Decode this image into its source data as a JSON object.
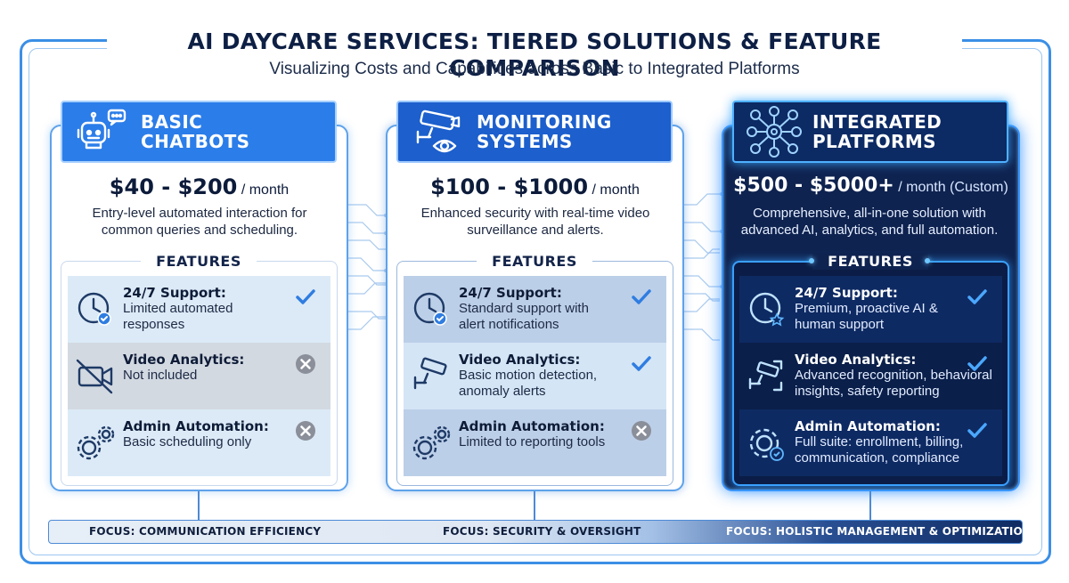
{
  "title": "AI DAYCARE SERVICES: TIERED SOLUTIONS & FEATURE COMPARISON",
  "subtitle": "Visualizing Costs and Capabilities across Basic to Integrated Platforms",
  "features_label": "FEATURES",
  "colors": {
    "accent": "#2b7de9",
    "dark_panel": "#0f2350",
    "check": "#2f7de1",
    "cross": "#8a8f99",
    "glow": "#3a95ff"
  },
  "tiers": [
    {
      "name": "BASIC\nCHATBOTS",
      "icon": "chatbot-icon",
      "price": "$40 - $200",
      "period": "/ month",
      "description": "Entry-level automated interaction for common queries and scheduling.",
      "features": [
        {
          "name": "24/7 Support:",
          "detail": "Limited automated\nresponses",
          "icon": "clock-check-icon",
          "included": true
        },
        {
          "name": "Video Analytics:",
          "detail": "Not included",
          "icon": "camera-off-icon",
          "included": false
        },
        {
          "name": "Admin Automation:",
          "detail": "Basic scheduling only",
          "icon": "gears-icon",
          "included": false
        }
      ],
      "focus": "FOCUS: COMMUNICATION EFFICIENCY"
    },
    {
      "name": "MONITORING\nSYSTEMS",
      "icon": "security-camera-eye-icon",
      "price": "$100 - $1000",
      "period": "/ month",
      "description": "Enhanced security with real-time video surveillance and alerts.",
      "features": [
        {
          "name": "24/7 Support:",
          "detail": "Standard support with\nalert notifications",
          "icon": "clock-check-icon",
          "included": true
        },
        {
          "name": "Video Analytics:",
          "detail": "Basic motion detection,\nanomaly alerts",
          "icon": "security-camera-icon",
          "included": true
        },
        {
          "name": "Admin Automation:",
          "detail": "Limited to reporting tools",
          "icon": "gears-icon",
          "included": false
        }
      ],
      "focus": "FOCUS: SECURITY & OVERSIGHT"
    },
    {
      "name": "INTEGRATED\nPLATFORMS",
      "icon": "network-hub-icon",
      "price": "$500 - $5000+",
      "period": "/ month (Custom)",
      "description": "Comprehensive, all-in-one solution with advanced AI, analytics, and full automation.",
      "features": [
        {
          "name": "24/7 Support:",
          "detail": "Premium, proactive AI &\nhuman support",
          "icon": "clock-star-icon",
          "included": true
        },
        {
          "name": "Video Analytics:",
          "detail": "Advanced recognition, behavioral\ninsights, safety reporting",
          "icon": "camera-scan-icon",
          "included": true
        },
        {
          "name": "Admin Automation:",
          "detail": "Full suite: enrollment, billing,\ncommunication, compliance",
          "icon": "gear-check-icon",
          "included": true
        }
      ],
      "focus": "FOCUS: HOLISTIC MANAGEMENT & OPTIMIZATION"
    }
  ]
}
